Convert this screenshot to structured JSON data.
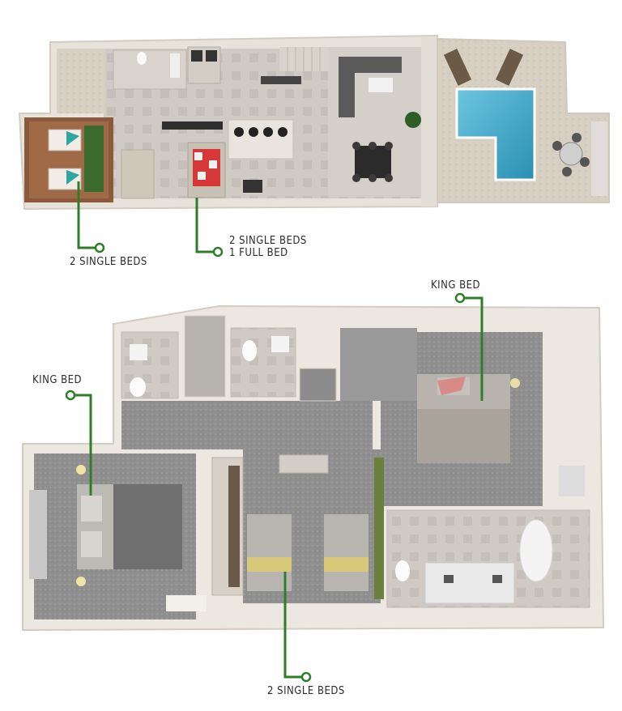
{
  "floorplan": {
    "ground_floor": {
      "labels": [
        {
          "text": "2 SINGLE BEDS"
        },
        {
          "lines": [
            "2 SINGLE BEDS",
            "1 FULL BED"
          ]
        }
      ]
    },
    "upper_floor": {
      "labels": [
        {
          "text": "KING BED"
        },
        {
          "text": "KING BED"
        },
        {
          "text": "2 SINGLE BEDS"
        }
      ]
    }
  },
  "colors": {
    "leader_line": "#2f7d2a",
    "wall": "#e6e1d8",
    "floor_tile": "#c9c5bf",
    "carpet": "#8e8e8e",
    "pool_water": "#3fa9c9",
    "deck": "#d2cbbd",
    "label_text": "#2c2c2c"
  }
}
